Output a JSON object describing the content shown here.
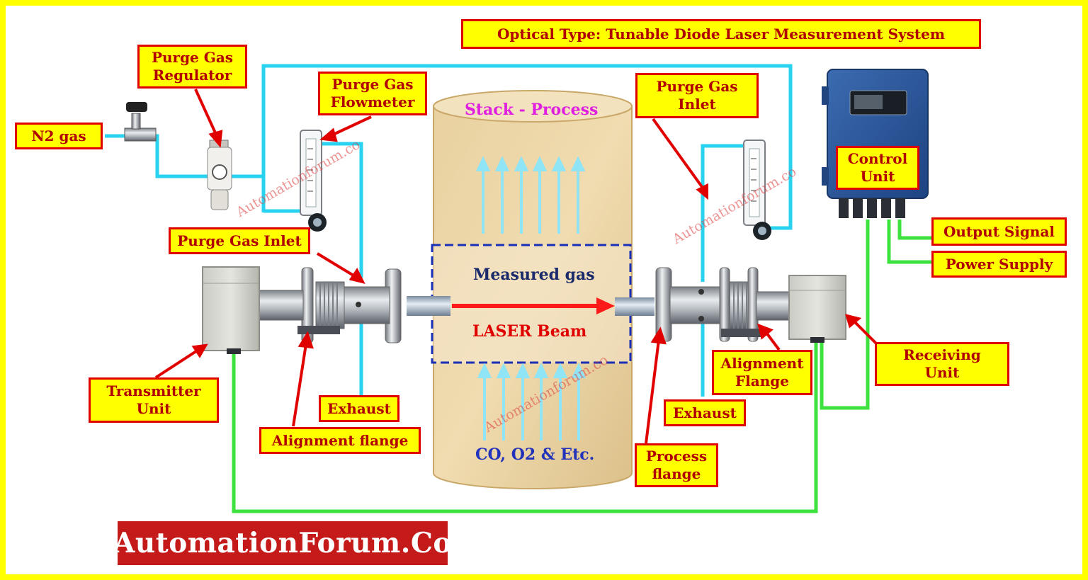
{
  "title": "Optical Type: Tunable Diode Laser Measurement System",
  "labels": {
    "n2_gas": "N2 gas",
    "purge_gas_regulator": "Purge Gas\nRegulator",
    "purge_gas_flowmeter": "Purge Gas\nFlowmeter",
    "purge_gas_inlet_right": "Purge Gas\nInlet",
    "control_unit": "Control\nUnit",
    "output_signal": "Output Signal",
    "power_supply": "Power Supply",
    "purge_gas_inlet_left": "Purge Gas Inlet",
    "transmitter_unit": "Transmitter\nUnit",
    "exhaust_left": "Exhaust",
    "alignment_flange_left": "Alignment flange",
    "alignment_flange_right": "Alignment\nFlange",
    "exhaust_right": "Exhaust",
    "process_flange": "Process\nflange",
    "receiving_unit": "Receiving\nUnit"
  },
  "stack": {
    "top_text": "Stack - Process",
    "measured_gas": "Measured gas",
    "laser_beam": "LASER Beam",
    "bottom_text": "CO, O2 & Etc."
  },
  "watermark": "Automationforum.co",
  "brand": "AutomationForum.Co",
  "colors": {
    "border": "#ffff00",
    "label_bg": "#ffff00",
    "label_border": "#e00000",
    "label_text": "#b00000",
    "purge_line": "#29d3f0",
    "signal_line": "#3ee23e",
    "arrow": "#e00000",
    "laser": "#ff1a1a",
    "stack_top_text": "#e020e0",
    "measured_text": "#1a2a6a",
    "bottom_text": "#2233bb",
    "brand_bg": "#c41a1a"
  }
}
